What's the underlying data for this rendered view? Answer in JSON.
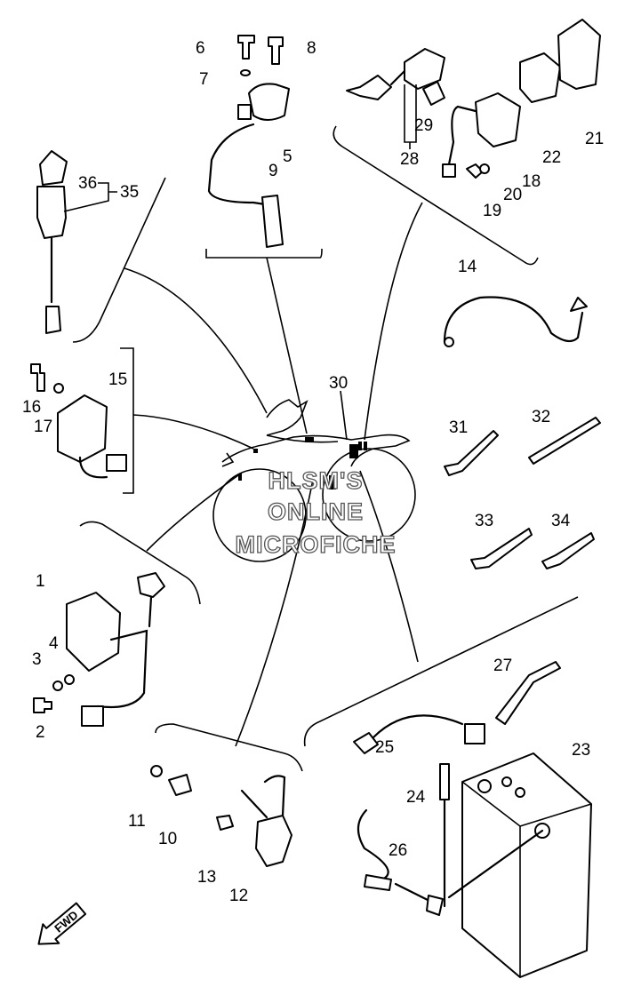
{
  "watermark": {
    "line1": "HLSM'S",
    "line2": "ONLINE",
    "line3": "MICROFICHE"
  },
  "direction_badge": "FWD",
  "callouts": [
    {
      "id": "p1",
      "label": "1"
    },
    {
      "id": "p2",
      "label": "2"
    },
    {
      "id": "p3",
      "label": "3"
    },
    {
      "id": "p4",
      "label": "4"
    },
    {
      "id": "p5",
      "label": "5"
    },
    {
      "id": "p6",
      "label": "6"
    },
    {
      "id": "p7",
      "label": "7"
    },
    {
      "id": "p8",
      "label": "8"
    },
    {
      "id": "p9",
      "label": "9"
    },
    {
      "id": "p10",
      "label": "10"
    },
    {
      "id": "p11",
      "label": "11"
    },
    {
      "id": "p12",
      "label": "12"
    },
    {
      "id": "p13",
      "label": "13"
    },
    {
      "id": "p14",
      "label": "14"
    },
    {
      "id": "p15",
      "label": "15"
    },
    {
      "id": "p16",
      "label": "16"
    },
    {
      "id": "p17",
      "label": "17"
    },
    {
      "id": "p18",
      "label": "18"
    },
    {
      "id": "p19",
      "label": "19"
    },
    {
      "id": "p20",
      "label": "20"
    },
    {
      "id": "p21",
      "label": "21"
    },
    {
      "id": "p22",
      "label": "22"
    },
    {
      "id": "p23",
      "label": "23"
    },
    {
      "id": "p24",
      "label": "24"
    },
    {
      "id": "p25",
      "label": "25"
    },
    {
      "id": "p26",
      "label": "26"
    },
    {
      "id": "p27",
      "label": "27"
    },
    {
      "id": "p28",
      "label": "28"
    },
    {
      "id": "p29",
      "label": "29"
    },
    {
      "id": "p30",
      "label": "30"
    },
    {
      "id": "p31",
      "label": "31"
    },
    {
      "id": "p32",
      "label": "32"
    },
    {
      "id": "p33",
      "label": "33"
    },
    {
      "id": "p34",
      "label": "34"
    },
    {
      "id": "p35",
      "label": "35"
    },
    {
      "id": "p36",
      "label": "36"
    }
  ]
}
